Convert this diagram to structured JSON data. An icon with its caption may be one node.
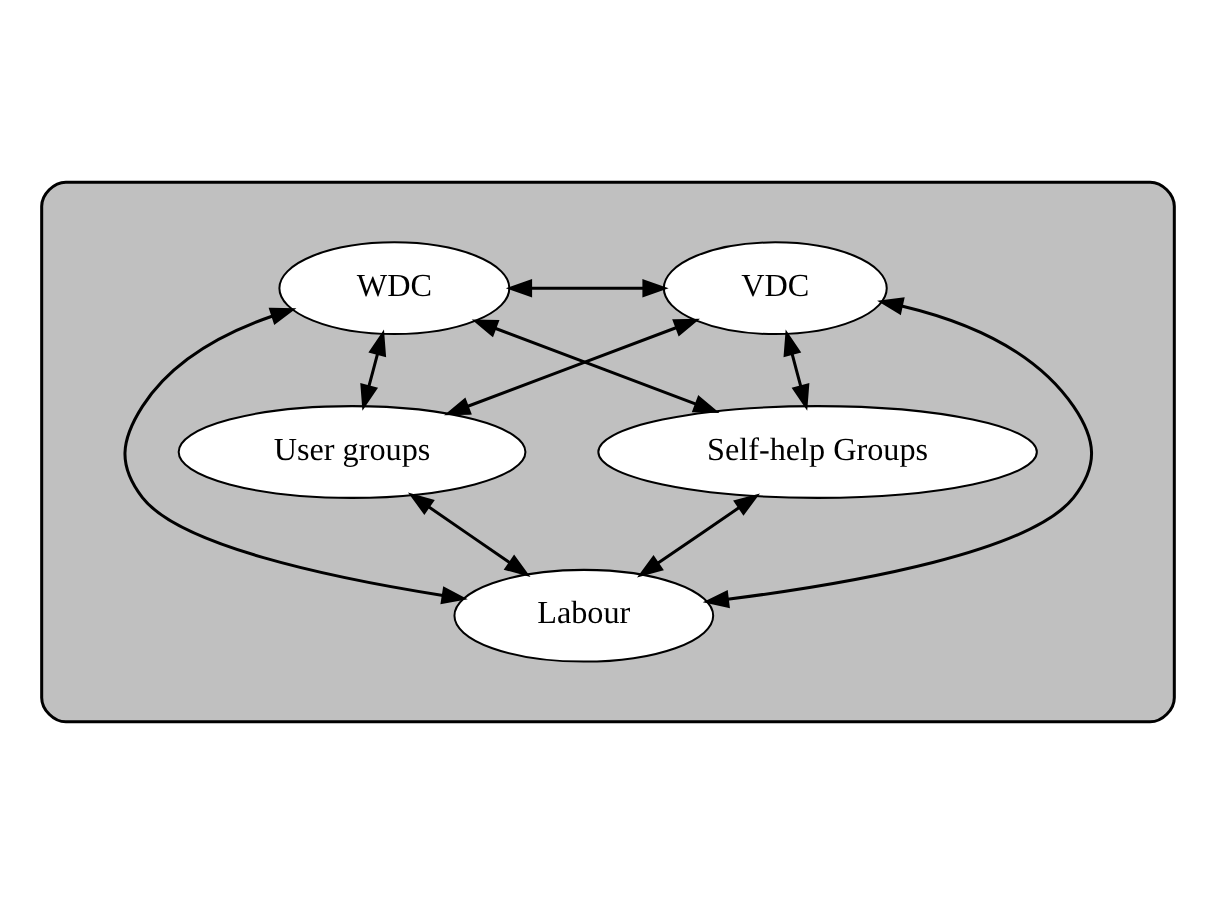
{
  "diagram": {
    "nodes": [
      {
        "text": [],
        "shape": "ellipse"
      },
      {
        "text": [
          "WDC"
        ],
        "in": 0
      },
      {
        "text": [
          "VDC"
        ],
        "in": 0
      },
      {
        "text": [
          "User groups"
        ],
        "in": 0
      },
      {
        "text": [
          "Self-help Groups"
        ],
        "in": 0
      },
      {
        "text": [
          "Labour"
        ],
        "in": 0
      }
    ],
    "edges": [
      {
        "from": 1,
        "to": 2,
        "arrow": "both"
      },
      {
        "from": 1,
        "to": 3,
        "arrow": "both"
      },
      {
        "from": 1,
        "to": 4,
        "arrow": "both"
      },
      {
        "from": 1,
        "to": 5,
        "arrow": "both"
      },
      {
        "from": 2,
        "to": 3,
        "arrow": "both"
      },
      {
        "from": 2,
        "to": 5,
        "arrow": "both"
      },
      {
        "from": 2,
        "to": 4,
        "arrow": "both"
      },
      {
        "from": 3,
        "to": 5,
        "arrow": "both"
      },
      {
        "from": 5,
        "to": 4,
        "arrow": "both"
      }
    ]
  }
}
